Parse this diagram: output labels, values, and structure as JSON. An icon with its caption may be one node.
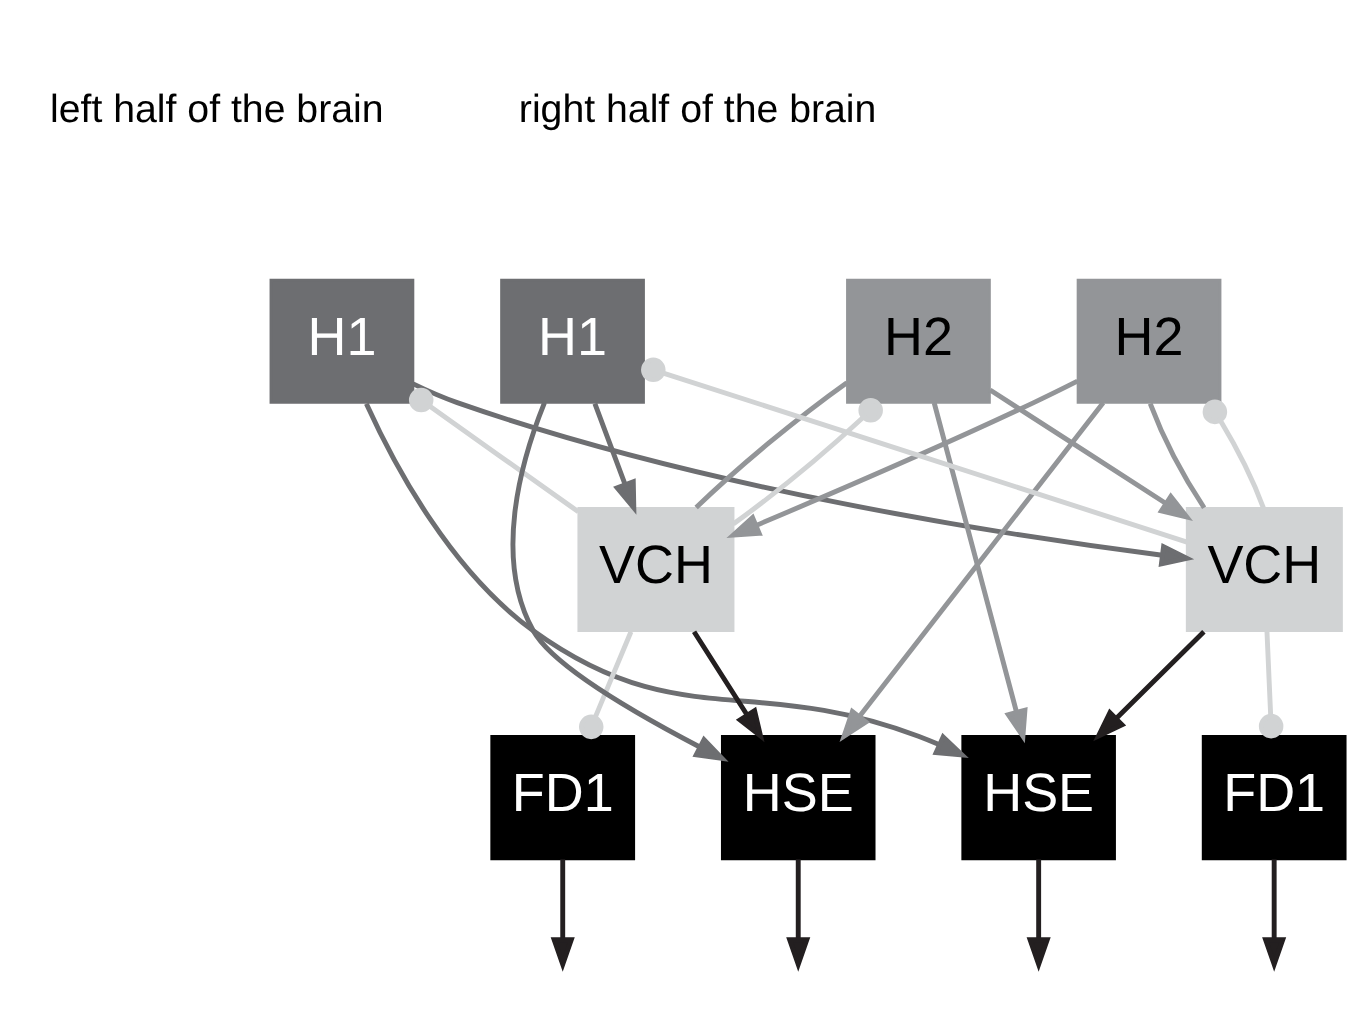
{
  "diagram": {
    "nodes": [
      {
        "text": [
          "H1"
        ]
      },
      {
        "text": [
          "H2"
        ]
      },
      {
        "text": [
          "VCH"
        ]
      },
      {
        "text": [
          "FD1"
        ]
      },
      {
        "text": [
          "HSE"
        ]
      },
      {
        "text": [
          "H1"
        ]
      },
      {
        "text": [
          "H2"
        ]
      },
      {
        "text": [
          "VCH"
        ]
      },
      {
        "text": [
          "HSE"
        ]
      },
      {
        "text": [
          "FD1"
        ]
      }
    ],
    "edges": [
      {
        "from": 2,
        "to": 0,
        "arrow": "other",
        "color": "#d1d3d4"
      },
      {
        "from": 2,
        "to": 1,
        "arrow": "other",
        "color": "#d1d3d4"
      },
      {
        "from": 2,
        "to": 3,
        "arrow": "other",
        "color": "#d1d3d4"
      },
      {
        "from": 2,
        "to": 4,
        "arrow": "to",
        "color": "#231f20"
      },
      {
        "from": 1,
        "to": 2,
        "arrow": "none",
        "color": "#939598"
      },
      {
        "from": 0,
        "to": 7,
        "arrow": "to",
        "color": "#6d6e71"
      },
      {
        "from": 0,
        "to": 8,
        "arrow": "to",
        "color": "#6d6e71"
      },
      {
        "from": 1,
        "to": 7,
        "arrow": "to",
        "color": "#939598"
      },
      {
        "from": 1,
        "to": 8,
        "arrow": "to",
        "color": "#939598"
      },
      {
        "from": 5,
        "to": 2,
        "arrow": "to",
        "color": "#6d6e71"
      },
      {
        "from": 5,
        "to": 4,
        "arrow": "to",
        "color": "#6d6e71"
      },
      {
        "from": 6,
        "to": 2,
        "arrow": "to",
        "color": "#939598"
      },
      {
        "from": 6,
        "to": 4,
        "arrow": "to",
        "color": "#939598"
      },
      {
        "from": 6,
        "to": 7,
        "arrow": "none",
        "color": "#939598"
      },
      {
        "from": 7,
        "to": 5,
        "arrow": "other",
        "color": "#d1d3d4"
      },
      {
        "from": 7,
        "to": 6,
        "arrow": "other",
        "color": "#d1d3d4"
      },
      {
        "from": 7,
        "to": 9,
        "arrow": "other",
        "color": "#d1d3d4"
      },
      {
        "from": 7,
        "to": 8,
        "arrow": "to",
        "color": "#231f20"
      },
      {
        "from": 3,
        "to": null,
        "arrow": "to",
        "color": "#231f20"
      },
      {
        "from": 4,
        "to": null,
        "arrow": "to",
        "color": "#231f20"
      },
      {
        "from": 8,
        "to": null,
        "arrow": "to",
        "color": "#231f20"
      },
      {
        "from": 9,
        "to": null,
        "arrow": "to",
        "color": "#231f20"
      }
    ],
    "labels": [
      "left half of the brain",
      "right half of the brain"
    ]
  }
}
